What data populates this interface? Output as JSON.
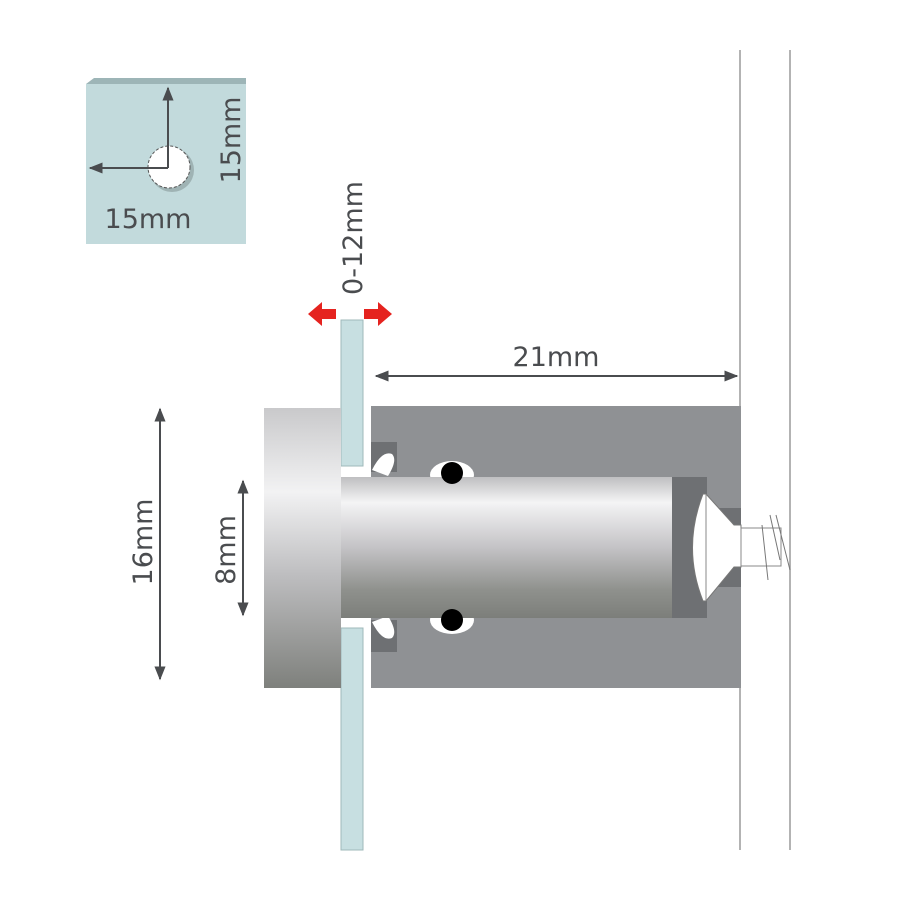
{
  "hole_detail": {
    "horizontal_label": "15mm",
    "vertical_label": "15mm"
  },
  "dimensions": {
    "glass_thickness": "0-12mm",
    "standoff_depth": "21mm",
    "cap_diameter": "16mm",
    "rod_diameter": "8mm"
  },
  "colors": {
    "glass": "#c7dfe1",
    "body": "#8f9194",
    "dark_insert": "#6e7073",
    "arrow_red": "#e5231f",
    "dim_line": "#4a4c4f"
  }
}
